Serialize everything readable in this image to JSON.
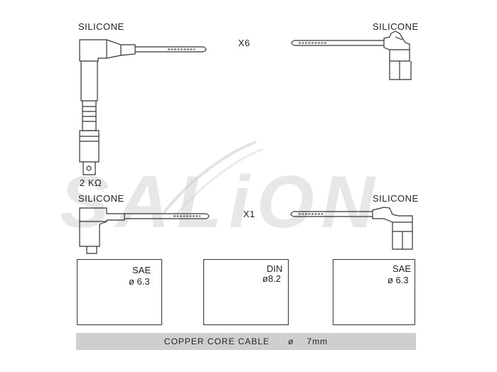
{
  "watermark": "SALiON",
  "row1": {
    "left_label": "SILICONE",
    "right_label": "SILICONE",
    "quantity": "X6",
    "resistor": "2 KΩ"
  },
  "row2": {
    "left_label": "SILICONE",
    "right_label": "SILICONE",
    "quantity": "X1"
  },
  "boxes": [
    {
      "standard": "SAE",
      "diameter": "ø 6.3",
      "icon": "spark-plug-icon"
    },
    {
      "standard": "DIN",
      "diameter": "ø8.2",
      "icon": "distributor-cap-icon"
    },
    {
      "standard": "SAE",
      "diameter": "ø 6.3",
      "icon": "distributor-cap-icon"
    }
  ],
  "footer": {
    "text": "COPPER CORE CABLE",
    "diameter_symbol": "ø",
    "size": "7mm"
  },
  "colors": {
    "line": "#333333",
    "watermark": "#c9c9c9",
    "footer_bg": "#cfcfcf"
  }
}
